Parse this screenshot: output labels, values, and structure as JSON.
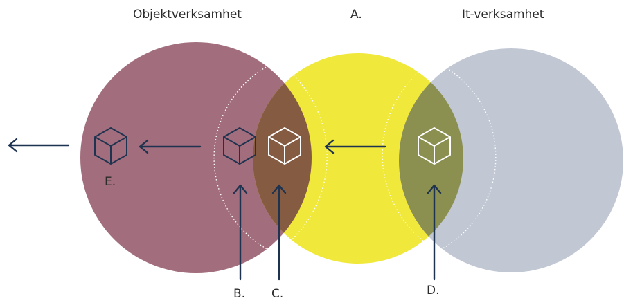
{
  "labels": {
    "objekt": "Objektverksamhet",
    "a": "A.",
    "it": "It-verksamhet",
    "b": "B.",
    "c": "C.",
    "d": "D.",
    "e": "E."
  },
  "colors": {
    "objekt_circle": "#a26d7c",
    "a_circle": "#f0e83a",
    "it_circle": "#c1c7d3",
    "objekt_a_overlap": "#855b42",
    "a_it_overlap": "#8b9050",
    "navy": "#1e3350",
    "white": "#ffffff"
  },
  "icons": {
    "cube": "cube-icon",
    "arrow_left": "arrow-left-icon",
    "arrow_up": "arrow-up-icon"
  }
}
